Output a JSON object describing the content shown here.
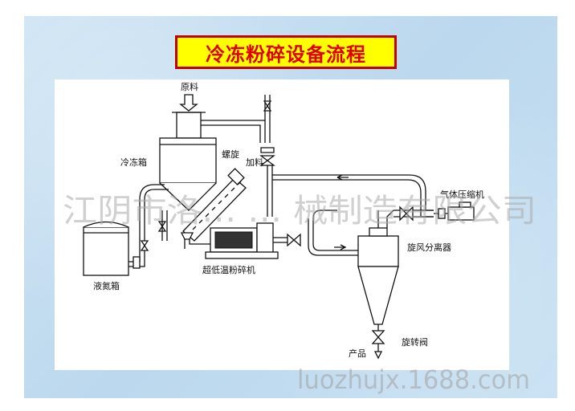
{
  "title": "冷冻粉碎设备流程",
  "labels": {
    "raw_material": "原料",
    "freezer": "冷冻箱",
    "screw": "螺旋",
    "feeding": "加料",
    "liquid_nitrogen_tank": "液氮箱",
    "ultra_low_temp_pulverizer": "超低温粉碎机",
    "gas_compressor": "气体压缩机",
    "cyclone_separator": "旋风分离器",
    "rotary_valve": "旋转阀",
    "product": "产品"
  },
  "watermarks": {
    "company": "江阴市洛… … 械制造有限公司",
    "site": "luozhujx.1688.com"
  },
  "colors": {
    "title_bg": "#ffff00",
    "title_border": "#c00000",
    "title_text": "#e00000",
    "slide_bg": "#c6def1"
  }
}
